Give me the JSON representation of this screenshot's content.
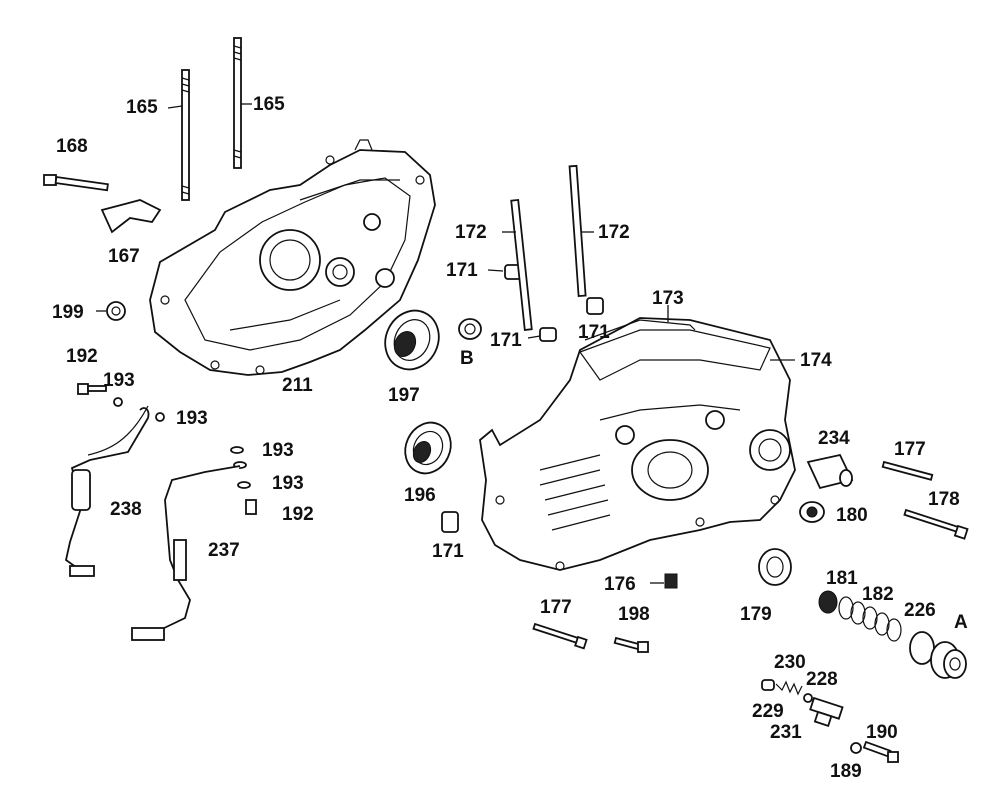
{
  "diagram": {
    "labels": {
      "l165a": "165",
      "l165b": "165",
      "l168": "168",
      "l167": "167",
      "l199": "199",
      "l192a": "192",
      "l193a": "193",
      "l193b": "193",
      "l193c": "193",
      "l193d": "193",
      "l192b": "192",
      "l211": "211",
      "l197": "197",
      "l238": "238",
      "l237": "237",
      "l172a": "172",
      "l172b": "172",
      "l171a": "171",
      "l171b": "171",
      "l171c": "171",
      "l171d": "171",
      "lB": "B",
      "l173": "173",
      "l174": "174",
      "l196": "196",
      "l234": "234",
      "l177a": "177",
      "l178": "178",
      "l180": "180",
      "l176": "176",
      "l177b": "177",
      "l198": "198",
      "l179": "179",
      "l181": "181",
      "l182": "182",
      "l226": "226",
      "lA": "A",
      "l230": "230",
      "l228": "228",
      "l229": "229",
      "l231": "231",
      "l190": "190",
      "l189": "189"
    }
  }
}
